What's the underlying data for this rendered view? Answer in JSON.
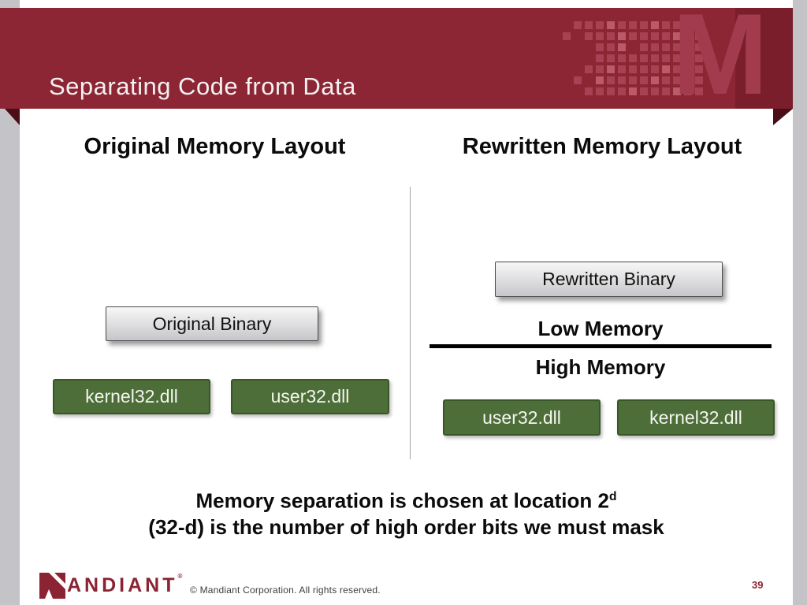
{
  "slide": {
    "title": "Separating Code from Data",
    "page_number": "39"
  },
  "columns": {
    "left": {
      "heading": "Original Memory Layout",
      "binary_box": "Original Binary",
      "dll_boxes": [
        "kernel32.dll",
        "user32.dll"
      ]
    },
    "right": {
      "heading": "Rewritten Memory Layout",
      "binary_box": "Rewritten Binary",
      "low_label": "Low Memory",
      "high_label": "High Memory",
      "dll_boxes": [
        "user32.dll",
        "kernel32.dll"
      ]
    }
  },
  "caption": {
    "line1_base": "Memory separation is chosen at location 2",
    "line1_sup": "d",
    "line2": "(32-d) is the number of high order bits we must mask"
  },
  "footer": {
    "brand_mark": "M",
    "brand": "ANDIANT",
    "registered": "®",
    "copyright": "© Mandiant Corporation. All rights reserved."
  },
  "colors": {
    "header_maroon": "#8c2634",
    "header_dark_zone": "#7a1e2c",
    "header_accent_m": "#a23b4d",
    "pattern_dim": "#a64253",
    "pattern_bright": "#bb5a68",
    "fold_dark": "#4b0d16",
    "green_fill": "#4d6e38",
    "green_border": "#3a5628",
    "edge_gray": "#c4c3c7",
    "brand_maroon": "#8c2333"
  },
  "decor": {
    "pattern_rows": [
      "0111211121111",
      "1011121111211",
      "0001120111111",
      "0001111111121",
      "0011211112111",
      "0102111121111",
      "0011112111211"
    ]
  }
}
